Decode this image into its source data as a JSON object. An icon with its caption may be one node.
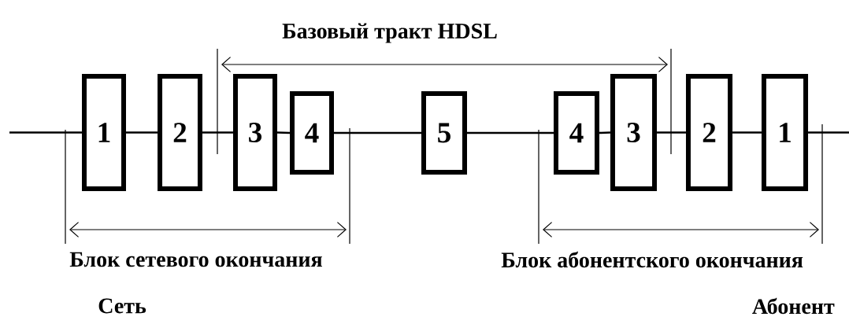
{
  "diagram": {
    "nodes": [
      {
        "text": [
          "1"
        ]
      },
      {
        "text": [
          "2"
        ]
      },
      {
        "text": [
          "3"
        ]
      },
      {
        "text": [
          "4"
        ]
      },
      {
        "text": [
          "5"
        ]
      },
      {
        "text": [
          "4"
        ]
      },
      {
        "text": [
          "3"
        ]
      },
      {
        "text": [
          "2"
        ]
      },
      {
        "text": [
          "1"
        ]
      }
    ],
    "edges": [
      {
        "from": null,
        "to": 0,
        "arrow": "none"
      },
      {
        "from": 0,
        "to": 1,
        "arrow": "none"
      },
      {
        "from": 1,
        "to": 2,
        "arrow": "none"
      },
      {
        "from": 2,
        "to": 3,
        "arrow": "none"
      },
      {
        "from": 3,
        "to": 4,
        "arrow": "none"
      },
      {
        "from": 4,
        "to": 5,
        "arrow": "none"
      },
      {
        "from": 5,
        "to": 6,
        "arrow": "none"
      },
      {
        "from": 6,
        "to": 7,
        "arrow": "none"
      },
      {
        "from": 7,
        "to": 8,
        "arrow": "none"
      },
      {
        "from": 8,
        "to": null,
        "arrow": "none"
      }
    ],
    "labels": [
      "Базовый тракт HDSL",
      "Блок сетевого окончания",
      "Блок абонентского окончания",
      "Сеть",
      "Абонент"
    ]
  }
}
